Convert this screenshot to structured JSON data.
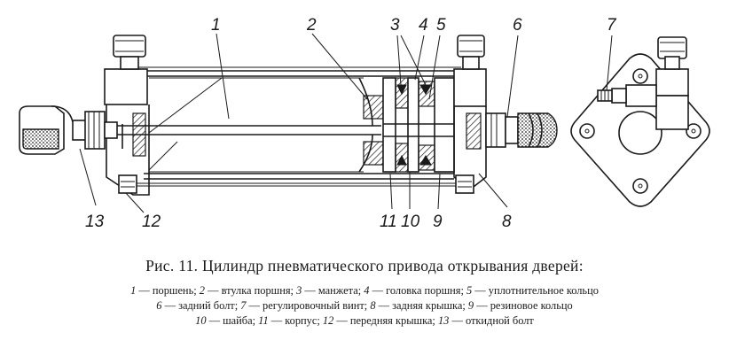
{
  "figure": {
    "callouts": [
      "1",
      "2",
      "3",
      "4",
      "5",
      "6",
      "7",
      "8",
      "9",
      "10",
      "11",
      "12",
      "13"
    ],
    "caption_title": "Рис. 11. Цилиндр пневматического привода открывания дверей:",
    "legend": [
      {
        "num": "1",
        "text": "поршень"
      },
      {
        "num": "2",
        "text": "втулка поршня"
      },
      {
        "num": "3",
        "text": "манжета"
      },
      {
        "num": "4",
        "text": "головка поршня"
      },
      {
        "num": "5",
        "text": "уплотнительное кольцо"
      },
      {
        "num": "6",
        "text": "задний болт"
      },
      {
        "num": "7",
        "text": "регулировочный винт"
      },
      {
        "num": "8",
        "text": "задняя крышка"
      },
      {
        "num": "9",
        "text": "резиновое кольцо"
      },
      {
        "num": "10",
        "text": "шайба"
      },
      {
        "num": "11",
        "text": "корпус"
      },
      {
        "num": "12",
        "text": "передняя крышка"
      },
      {
        "num": "13",
        "text": "откидной болт"
      }
    ]
  }
}
